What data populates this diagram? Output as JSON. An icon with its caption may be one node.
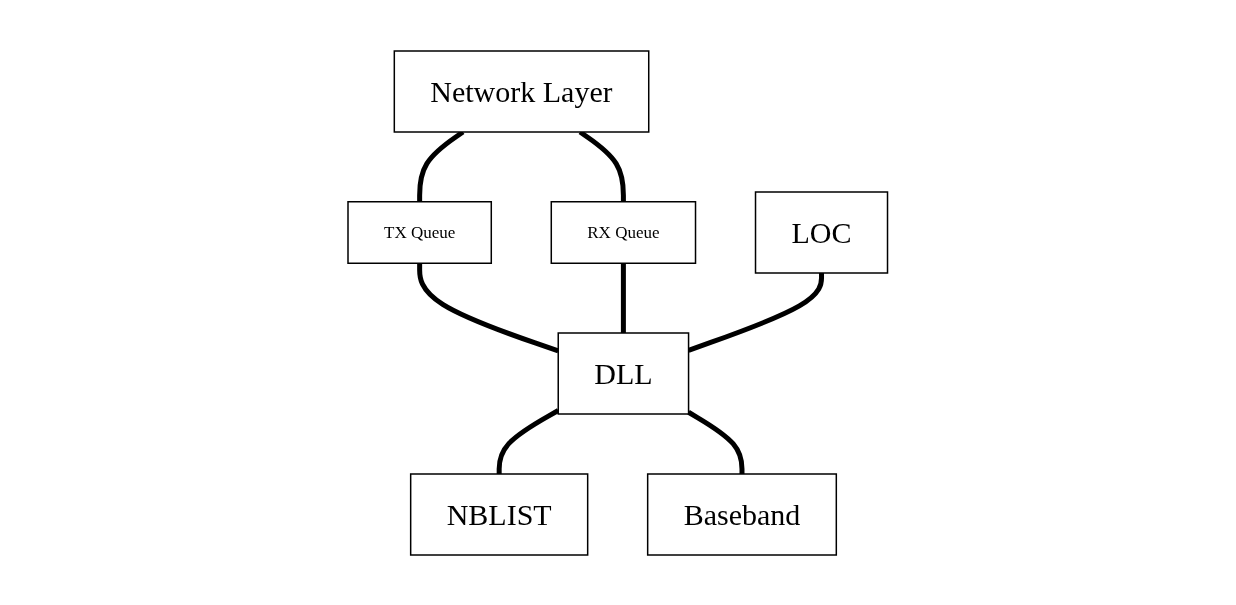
{
  "diagram": {
    "nodes": [
      {
        "text": [
          "Network Layer"
        ]
      },
      {
        "text": [
          "TX Queue"
        ]
      },
      {
        "text": [
          "RX Queue"
        ]
      },
      {
        "text": [
          "LOC"
        ]
      },
      {
        "text": [
          "DLL"
        ]
      },
      {
        "text": [
          "NBLIST"
        ]
      },
      {
        "text": [
          "Baseband"
        ]
      }
    ],
    "edges": [
      {
        "from": 0,
        "to": 1,
        "arrow": "none"
      },
      {
        "from": 0,
        "to": 2,
        "arrow": "none"
      },
      {
        "from": 1,
        "to": 4,
        "arrow": "none"
      },
      {
        "from": 2,
        "to": 4,
        "arrow": "none"
      },
      {
        "from": 3,
        "to": 4,
        "arrow": "none"
      },
      {
        "from": 4,
        "to": 5,
        "arrow": "none"
      },
      {
        "from": 4,
        "to": 6,
        "arrow": "none"
      }
    ]
  }
}
